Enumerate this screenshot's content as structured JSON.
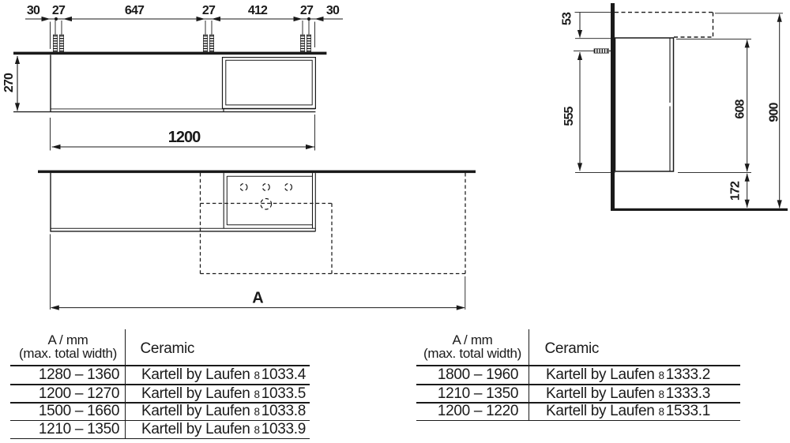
{
  "front_view": {
    "top_dims": [
      "30",
      "27",
      "647",
      "27",
      "412",
      "27",
      "30"
    ],
    "height_dim": "270",
    "width_dim": "1200"
  },
  "plan_view": {
    "total_width_dim": "A"
  },
  "side_view": {
    "countertop_offset_dim": "53",
    "fixing_height_dim": "555",
    "cabinet_height_dim": "608",
    "total_height_dim": "900",
    "floor_clearance_dim": "172"
  },
  "tables": [
    {
      "col_a_header_line1": "A / mm",
      "col_a_header_line2": "(max. total width)",
      "col_b_header": "Ceramic",
      "rows": [
        {
          "range": "1280 – 1360",
          "brand": "Kartell by Laufen",
          "article_small": "8",
          "article": "1033.4"
        },
        {
          "range": "1200 – 1270",
          "brand": "Kartell by Laufen",
          "article_small": "8",
          "article": "1033.5"
        },
        {
          "range": "1500 – 1660",
          "brand": "Kartell by Laufen",
          "article_small": "8",
          "article": "1033.8"
        },
        {
          "range": "1210 – 1350",
          "brand": "Kartell by Laufen",
          "article_small": "8",
          "article": "1033.9"
        }
      ]
    },
    {
      "col_a_header_line1": "A / mm",
      "col_a_header_line2": "(max. total width)",
      "col_b_header": "Ceramic",
      "rows": [
        {
          "range": "1800 – 1960",
          "brand": "Kartell by Laufen",
          "article_small": "8",
          "article": "1333.2"
        },
        {
          "range": "1210 – 1350",
          "brand": "Kartell by Laufen",
          "article_small": "8",
          "article": "1333.3"
        },
        {
          "range": "1200 – 1220",
          "brand": "Kartell by Laufen",
          "article_small": "8",
          "article": "1533.1"
        }
      ]
    }
  ],
  "colors": {
    "ink": "#1a1a1a",
    "background": "#ffffff"
  }
}
